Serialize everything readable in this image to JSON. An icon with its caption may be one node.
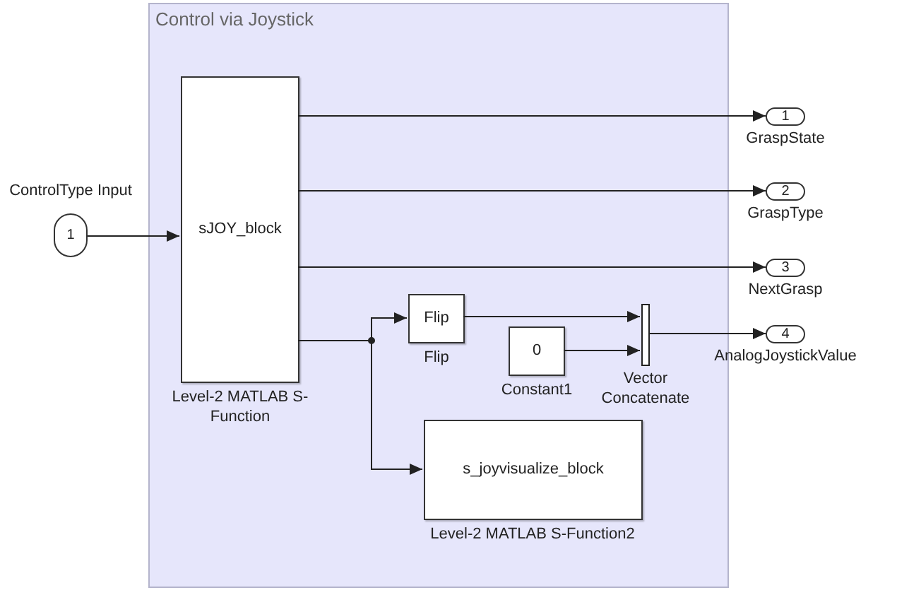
{
  "diagram": {
    "nodes": [
      {
        "text": [
          "Control via Joystick"
        ]
      },
      {
        "text": [
          "1"
        ],
        "beside": [
          "ControlType Input"
        ]
      },
      {
        "text": [
          "sJOY_block"
        ],
        "beside": [
          "Level-2 MATLAB S-Function"
        ],
        "in": 0
      },
      {
        "text": [
          "Flip"
        ],
        "beside": [
          "Flip"
        ],
        "in": 0
      },
      {
        "text": [
          "0"
        ],
        "beside": [
          "Constant1"
        ],
        "in": 0
      },
      {
        "text": [],
        "shape": "bar",
        "beside": [
          "Vector Concatenate"
        ],
        "in": 0
      },
      {
        "text": [
          "s_joyvisualize_block"
        ],
        "beside": [
          "Level-2 MATLAB S-Function2"
        ],
        "in": 0
      },
      {
        "text": [
          "1"
        ],
        "beside": [
          "GraspState"
        ]
      },
      {
        "text": [
          "2"
        ],
        "beside": [
          "GraspType"
        ]
      },
      {
        "text": [
          "3"
        ],
        "beside": [
          "NextGrasp"
        ]
      },
      {
        "text": [
          "4"
        ],
        "beside": [
          "AnalogJoystickValue"
        ]
      }
    ],
    "edges": [
      {
        "from": 1,
        "to": 2,
        "arrow": "to"
      },
      {
        "from": 2,
        "to": 7,
        "arrow": "to"
      },
      {
        "from": 2,
        "to": 8,
        "arrow": "to"
      },
      {
        "from": 2,
        "to": 9,
        "arrow": "to"
      },
      {
        "from": 2,
        "to": 3,
        "arrow": "to"
      },
      {
        "from": 2,
        "to": 6,
        "arrow": "to"
      },
      {
        "from": 3,
        "to": 5,
        "arrow": "to"
      },
      {
        "from": 4,
        "to": 5,
        "arrow": "to"
      },
      {
        "from": 5,
        "to": 10,
        "arrow": "to"
      }
    ]
  }
}
